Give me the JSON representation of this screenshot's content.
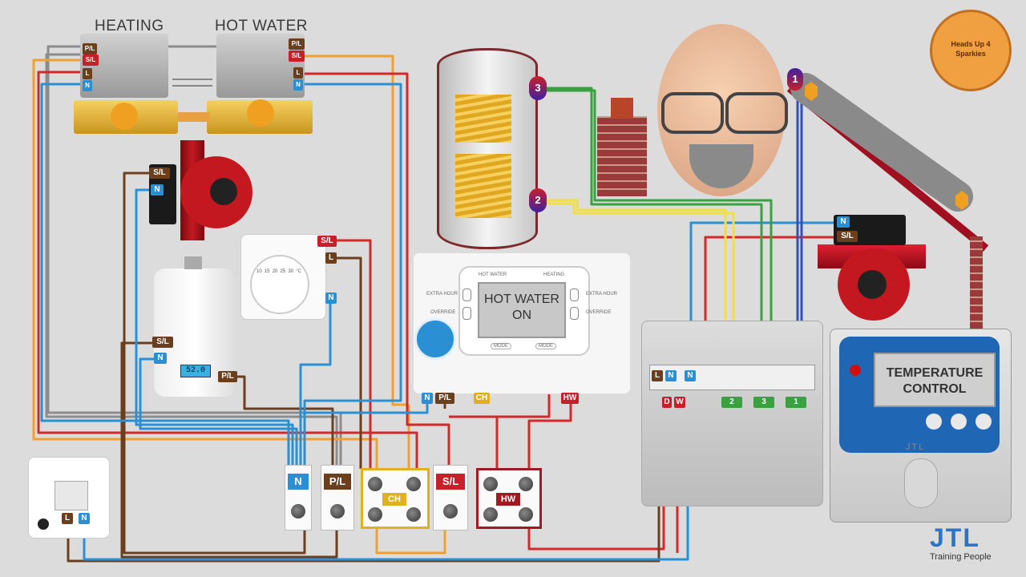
{
  "zones": {
    "heating_label": "HEATING",
    "hot_water_label": "HOT WATER"
  },
  "valve_heating_tags": [
    "P/L",
    "S/L",
    "L",
    "N"
  ],
  "valve_hw_tags": [
    "P/L",
    "S/L",
    "L",
    "N"
  ],
  "pump_tags": [
    "S/L",
    "N"
  ],
  "boiler_tags": [
    "S/L",
    "N",
    "P/L"
  ],
  "boiler_display": "52.0",
  "thermostat_tags": [
    "S/L",
    "L",
    "N"
  ],
  "thermostat_scale": [
    "10",
    "15",
    "20",
    "25",
    "30",
    "°C"
  ],
  "programmer": {
    "hot_water_header": "HOT WATER",
    "heating_header": "HEATING",
    "extra_hour_left": "EXTRA HOUR",
    "override_left": "OVERRIDE",
    "extra_hour_right": "EXTRA HOUR",
    "override_right": "OVERRIDE",
    "screen_line1": "HOT WATER",
    "screen_line2": "ON",
    "mode_left": "MODE",
    "mode_right": "MODE",
    "tags": [
      "N",
      "P/L",
      "CH",
      "HW"
    ]
  },
  "cylinder_sensors": [
    "3",
    "2"
  ],
  "collector_sensor": "1",
  "solar_pump_tags": [
    "N",
    "S/L"
  ],
  "controller": {
    "terminal_tags": [
      "L",
      "N",
      "N"
    ],
    "output_tags": [
      "D",
      "W"
    ],
    "sensor_tags": [
      "2",
      "3",
      "1"
    ],
    "screen_line1": "TEMPERATURE",
    "screen_line2": "CONTROL",
    "brand": "JTL"
  },
  "spur_tags": [
    "L",
    "N"
  ],
  "junction_labels": [
    "N",
    "P/L",
    "CH",
    "S/L",
    "HW"
  ],
  "logo": {
    "name": "JTL",
    "tagline": "Training People"
  },
  "badge_text": "Heads Up 4 Sparkies",
  "colors": {
    "live_brown": "#6b3f1e",
    "neutral_blue": "#2b8fd3",
    "switched_red": "#d22a2a",
    "orange": "#f0a030",
    "grey": "#8c8c8c",
    "sensor_green": "#3aa040",
    "sensor_yellow": "#f0e040",
    "sensor_blue": "#3050c0"
  }
}
